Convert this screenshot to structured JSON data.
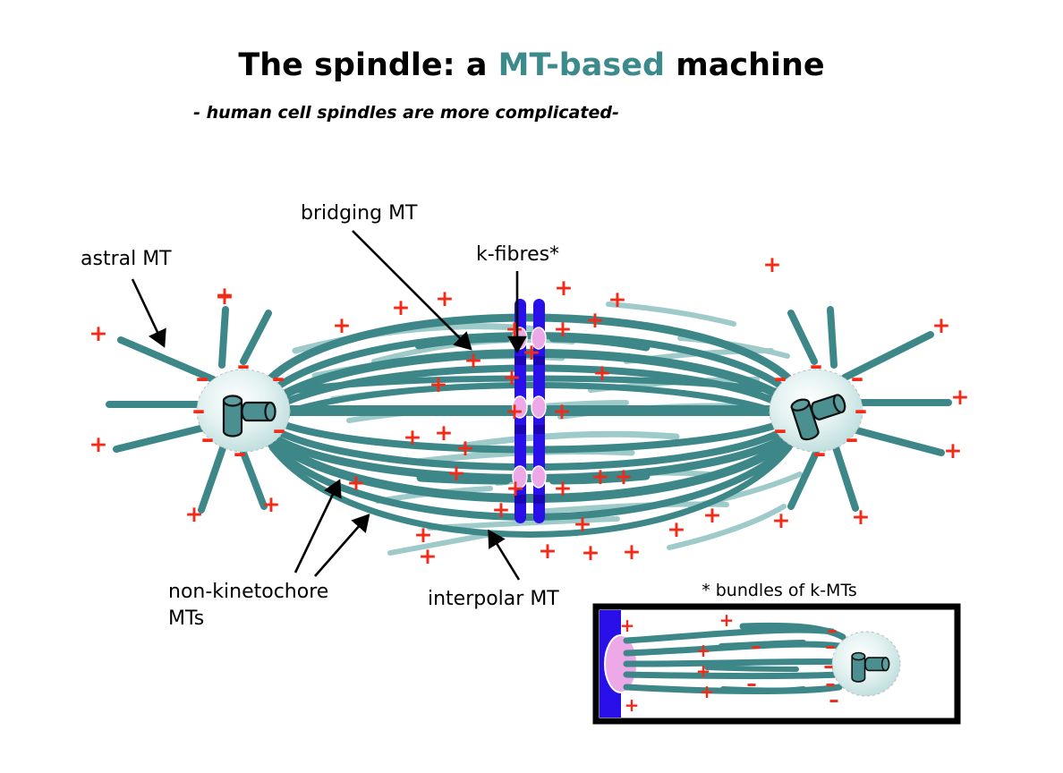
{
  "title": {
    "part1": "The spindle: a ",
    "accent": "MT-based",
    "part2": " machine",
    "accent_color": "#3d8a8c",
    "color": "#000000"
  },
  "subtitle": "- human cell spindles are more complicated-",
  "labels": {
    "astral": "astral MT",
    "bridging": "bridging MT",
    "kfibres": "k-fibres*",
    "nonkinetochore_line1": "non-kinetochore",
    "nonkinetochore_line2": "MTs",
    "interpolar": "interpolar MT",
    "inset_caption": "* bundles of k-MTs"
  },
  "polarity": {
    "plus": "+",
    "minus": "–",
    "plus_color": "#f42a18",
    "minus_color": "#f42a18"
  },
  "colors": {
    "mt_dark": "#3d8789",
    "mt_light": "#9ecac9",
    "centrosome_fill": "#d8ecec",
    "centrosome_edge": "#b9b9b9",
    "centriole_fill": "#4b8f90",
    "chromosome": "#2a10e8",
    "chromosome_dark": "#1c06b4",
    "kinetochore": "#eda8e8",
    "inset_border": "#000000",
    "background": "#ffffff"
  },
  "chart_data": {
    "type": "diagram",
    "title": "The spindle: a MT-based machine",
    "subject": "mitotic spindle schematic",
    "components": [
      {
        "name": "astral MT",
        "count": 14,
        "polarity_out": "+",
        "polarity_pole": "–"
      },
      {
        "name": "bridging MT",
        "polarity_out": "+"
      },
      {
        "name": "k-fibres",
        "count": 3,
        "note": "bundles of k-MTs"
      },
      {
        "name": "non-kinetochore MTs",
        "polarity_out": "+"
      },
      {
        "name": "interpolar MT",
        "polarity_out": "+"
      },
      {
        "name": "centrosome",
        "count": 2,
        "contains": "2 centrioles"
      },
      {
        "name": "chromosome",
        "count": 3,
        "parts": "2 sister chromatids + 2 kinetochores"
      }
    ],
    "inset": {
      "caption": "* bundles of k-MTs",
      "kmt_fibers": 6
    }
  }
}
